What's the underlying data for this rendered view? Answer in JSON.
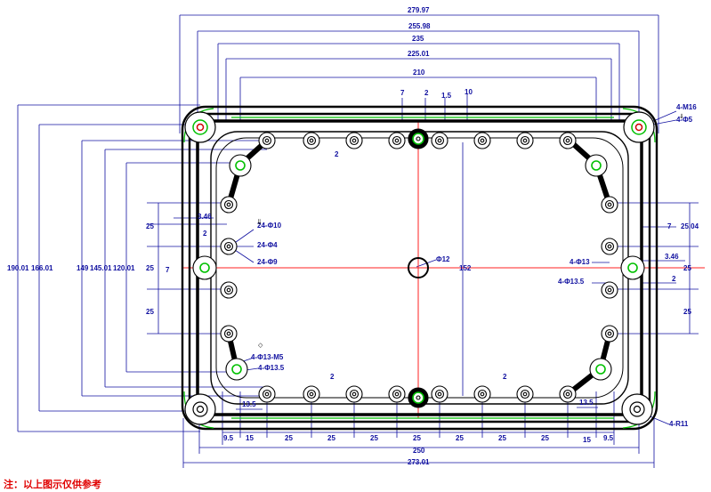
{
  "dims": {
    "w_279_97": "279.97",
    "w_255_98": "255.98",
    "w_235": "235",
    "w_225_01": "225.01",
    "w_210": "210",
    "t7": "7",
    "t2": "2",
    "t1_5": "1.5",
    "t10": "10",
    "m16": "4-M16",
    "phi5": "4-Φ5",
    "h190": "190.01",
    "h166": "166.01",
    "h149": "149",
    "h145": "145.01",
    "h120": "120.01",
    "h152": "152",
    "phi12": "Φ12",
    "p24_10": "24-Φ10",
    "p24_4": "24-Φ4",
    "p24_9": "24-Φ9",
    "v25": "25",
    "v3_46": "3.46",
    "v2": "2",
    "v7": "7",
    "r25_04": "25.04",
    "p4_13": "4-Φ13",
    "p4_13_5": "4-Φ13.5",
    "p4_13_m5": "4-Φ13-M5",
    "r11": "4-R11",
    "v13_5": "13.5",
    "v9_5": "9.5",
    "v15": "15",
    "w250": "250",
    "w273_01": "273.01",
    "note": "注：以上图示仅供参考"
  }
}
